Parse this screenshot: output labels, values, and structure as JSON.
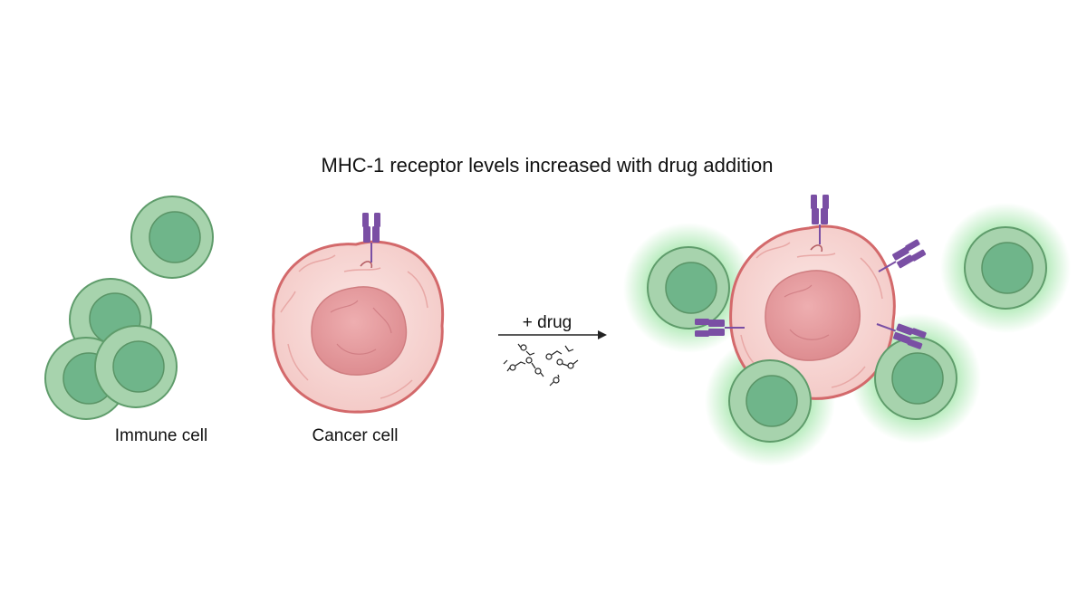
{
  "title": "MHC-1 receptor levels increased with drug addition",
  "labels": {
    "immune_cell": "Immune cell",
    "cancer_cell": "Cancer cell",
    "drug_arrow": "+ drug"
  },
  "colors": {
    "immune_outer": "#a7d3ad",
    "immune_inner": "#6fb58a",
    "immune_stroke": "#5f9c6b",
    "cancer_outer": "#f6d4d2",
    "cancer_nucleus": "#e79a9d",
    "cancer_stroke": "#d3696b",
    "receptor": "#7a4fa4",
    "glow": "#67d673"
  },
  "icons": [
    "immune-cell-icon",
    "cancer-cell-icon",
    "mhc1-receptor-icon",
    "drug-molecule-icon",
    "arrow-icon"
  ]
}
